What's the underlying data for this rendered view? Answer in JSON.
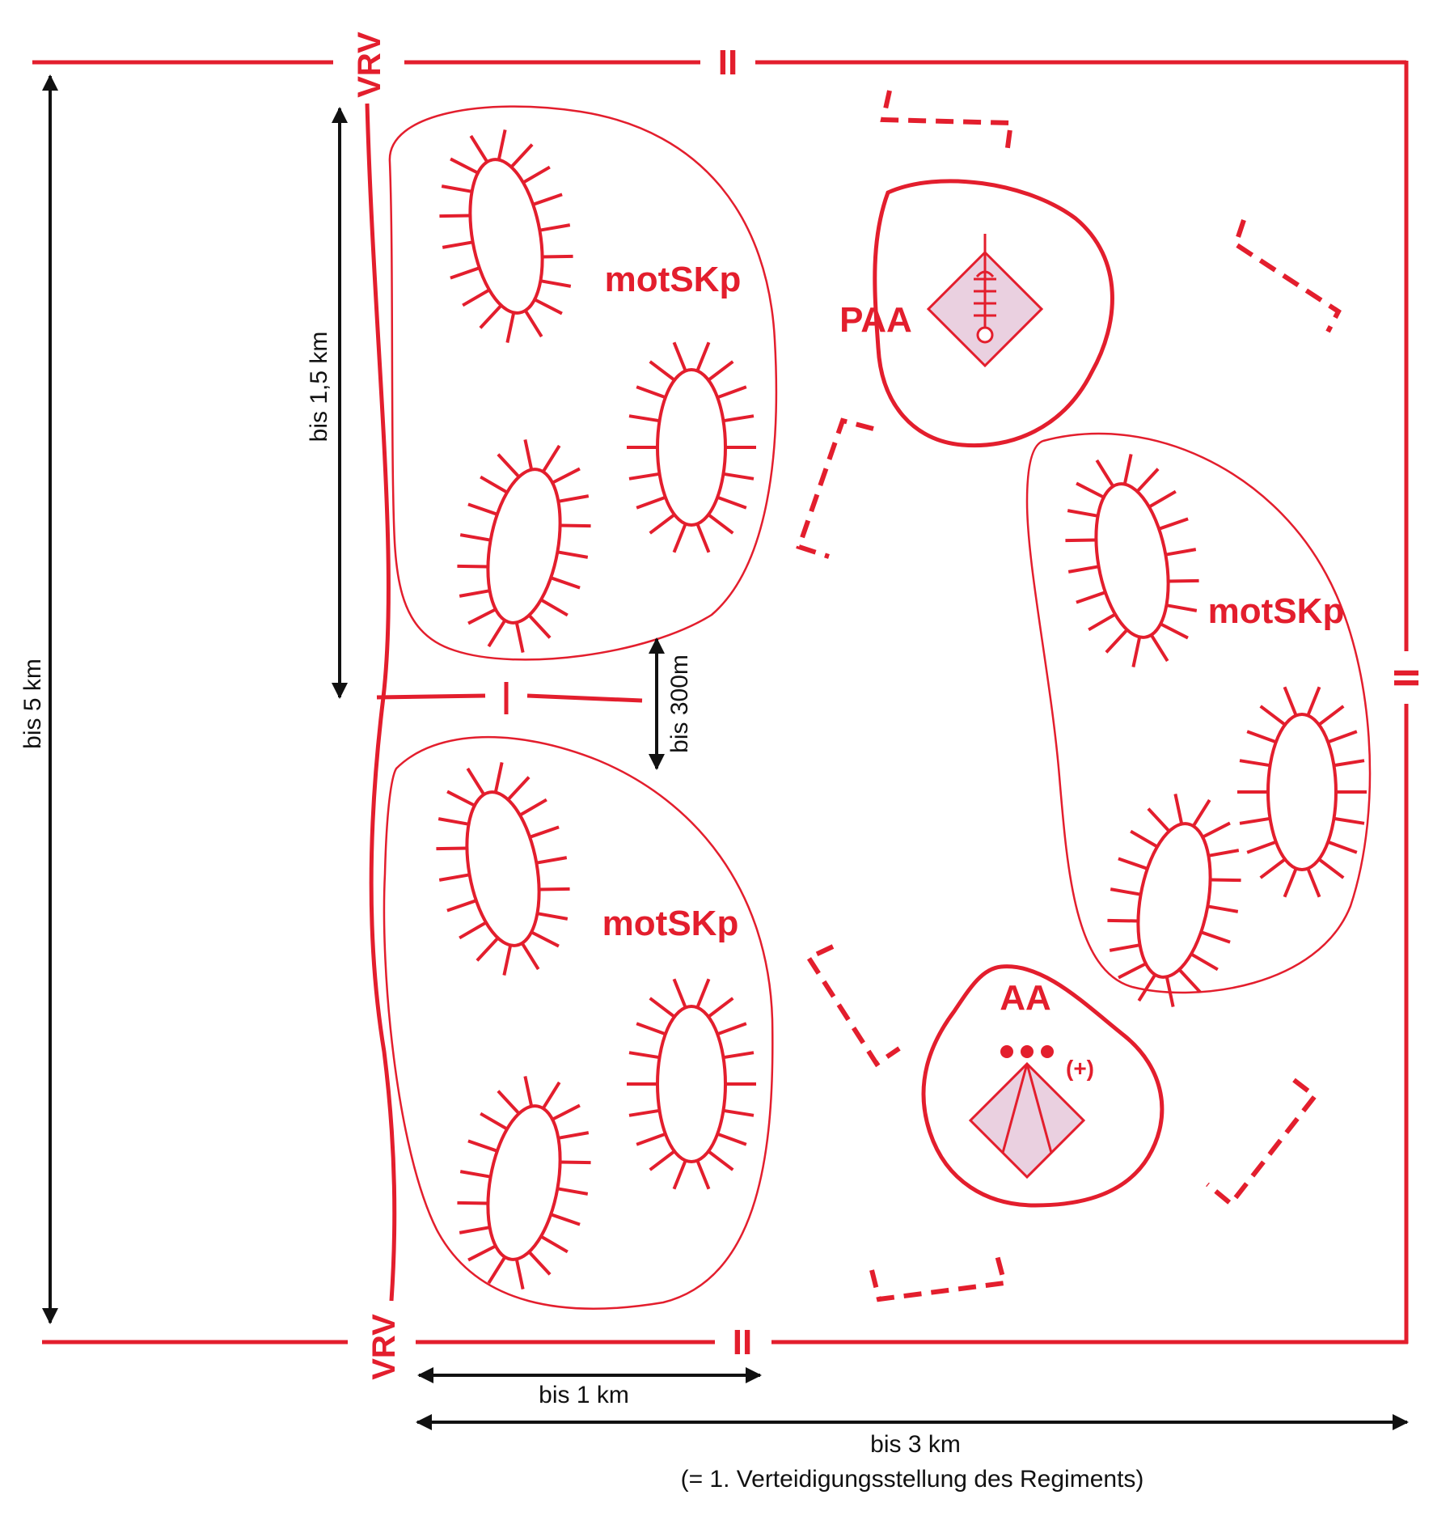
{
  "colors": {
    "unit": "#e31e2d",
    "symbol_fill": "#ead0e0",
    "dimension": "#111111"
  },
  "labels": {
    "vrv_top": "VRV",
    "vrv_bottom": "VRV",
    "company_1": "motSKp",
    "company_2": "motSKp",
    "company_3": "motSKp",
    "paa": "PAA",
    "aa": "AA",
    "aa_modifier": "(+)",
    "boundary_company": "I",
    "boundary_battalion_top": "II",
    "boundary_battalion_bottom": "II",
    "boundary_battalion_right": "II"
  },
  "dimensions": {
    "total_depth": "bis 5 km",
    "company_depth": "bis 1,5 km",
    "company_gap": "bis 300m",
    "company_width": "bis 1 km",
    "total_width": "bis 3 km",
    "caption": "(= 1. Verteidigungsstellung des Regiments)"
  },
  "symbols": {
    "platoon": "platoon-position-icon",
    "paa": "air-defense-missile-icon",
    "aa": "artillery-battery-icon",
    "alt_position": "alternate-position-bracket"
  }
}
